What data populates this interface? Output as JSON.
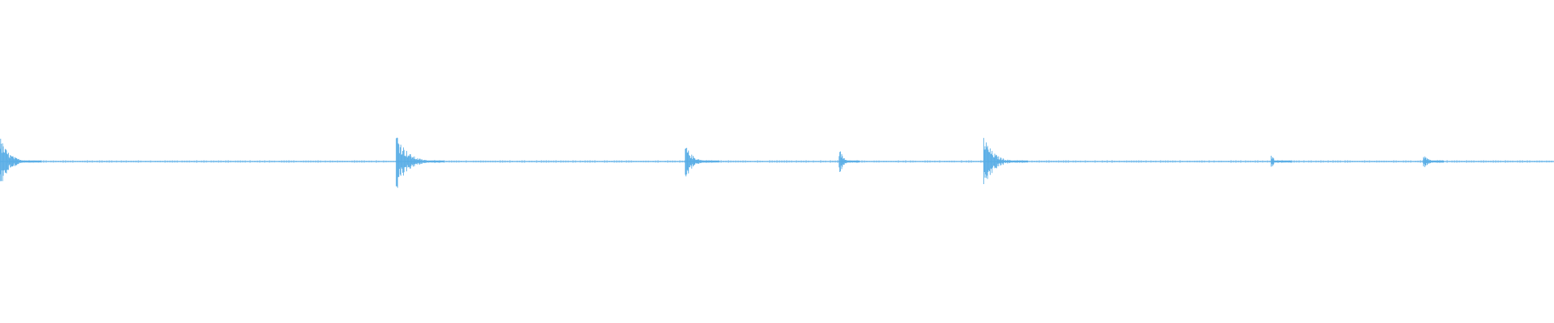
{
  "waveform": {
    "color": "#5aaee6",
    "background": "#ffffff",
    "duration_fraction_note": "",
    "transients": [
      {
        "position": 0.0,
        "amplitude": 0.16,
        "decay": 0.012
      },
      {
        "position": 0.255,
        "amplitude": 0.2,
        "decay": 0.014
      },
      {
        "position": 0.441,
        "amplitude": 0.11,
        "decay": 0.01
      },
      {
        "position": 0.54,
        "amplitude": 0.09,
        "decay": 0.006
      },
      {
        "position": 0.633,
        "amplitude": 0.17,
        "decay": 0.013
      },
      {
        "position": 0.818,
        "amplitude": 0.04,
        "decay": 0.006
      },
      {
        "position": 0.916,
        "amplitude": 0.05,
        "decay": 0.006
      }
    ]
  }
}
